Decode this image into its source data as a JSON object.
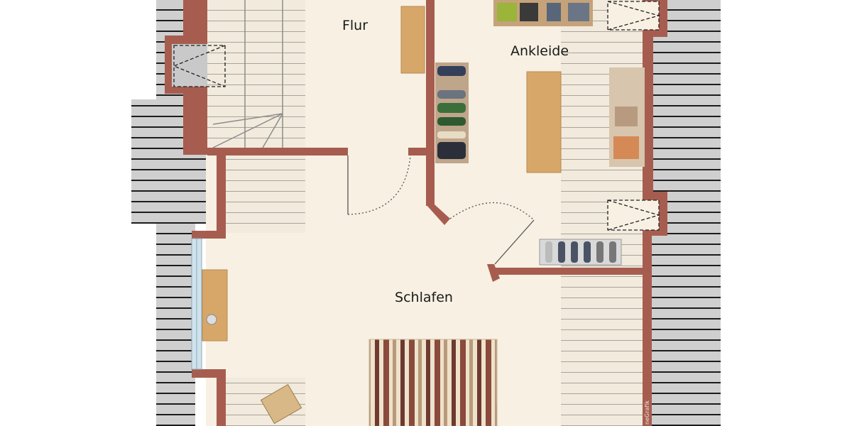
{
  "rooms": {
    "hall": "Flur",
    "dressing_room": "Ankleide",
    "bedroom": "Schlafen"
  },
  "watermark": "neGrafik",
  "colors": {
    "wall": "#a65d4f",
    "floor": "#f7f0e3",
    "roof": "#cfcfcf",
    "wood": "#d7a76a",
    "window": "#cfe3ee"
  }
}
